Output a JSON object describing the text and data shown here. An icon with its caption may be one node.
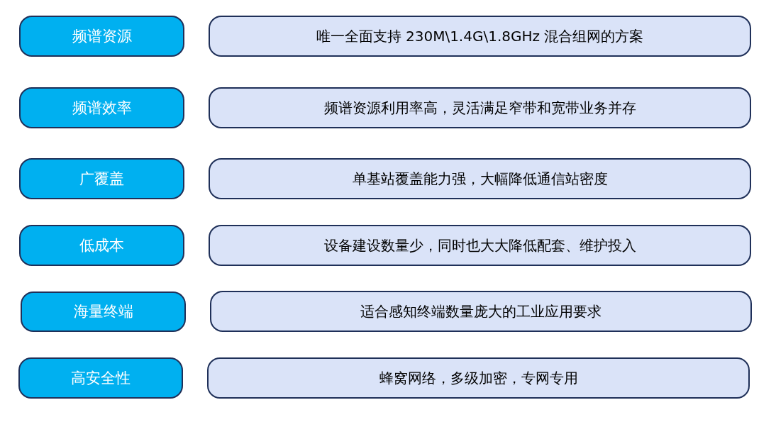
{
  "diagram": {
    "nodes": [
      {
        "text": [
          "频谱资源"
        ]
      },
      {
        "text": [
          "唯一全面支持 230M\\1.4G\\1.8GHz 混合组网的方案"
        ]
      },
      {
        "text": [
          "频谱效率"
        ]
      },
      {
        "text": [
          "频谱资源利用率高，灵活满足窄带和宽带业务并存"
        ]
      },
      {
        "text": [
          "广覆盖"
        ]
      },
      {
        "text": [
          "单基站覆盖能力强，大幅降低通信站密度"
        ]
      },
      {
        "text": [
          "低成本"
        ]
      },
      {
        "text": [
          "设备建设数量少，同时也大大降低配套、维护投入"
        ]
      },
      {
        "text": [
          "海量终端"
        ]
      },
      {
        "text": [
          "适合感知终端数量庞大的工业应用要求"
        ]
      },
      {
        "text": [
          "高安全性"
        ]
      },
      {
        "text": [
          "蜂窝网络，多级加密，专网专用"
        ]
      }
    ]
  }
}
